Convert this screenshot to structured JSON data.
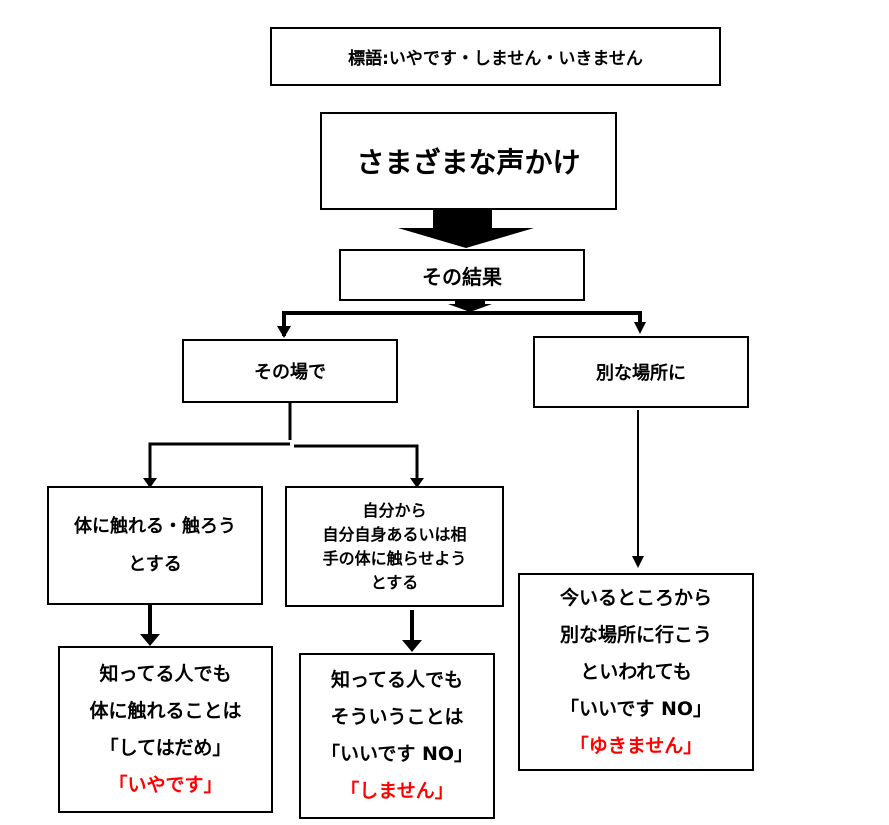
{
  "title": "標語:いやです・しません・いきません",
  "main": "さまざまな声かけ",
  "result": "その結果",
  "branch_left": "その場で",
  "branch_right": "別な場所に",
  "box_a": {
    "lines": [
      "体に触れる・触ろう",
      "とする"
    ]
  },
  "box_b": {
    "lines": [
      "自分から",
      "自分自身あるいは相",
      "手の体に触らせよう",
      "とする"
    ]
  },
  "box_c": {
    "lines": [
      "知ってる人でも",
      "体に触れることは",
      "「してはだめ」"
    ],
    "answer": "「いやです」"
  },
  "box_d": {
    "lines": [
      "知ってる人でも",
      "そういうことは",
      "「いいです NO」"
    ],
    "answer": "「しません」"
  },
  "box_e": {
    "lines": [
      "今いるところから",
      "別な場所に行こう",
      "といわれても",
      "「いいです NO」"
    ],
    "answer": "「ゆきません」"
  },
  "colors": {
    "answer": "#ff0000",
    "line": "#000000"
  }
}
